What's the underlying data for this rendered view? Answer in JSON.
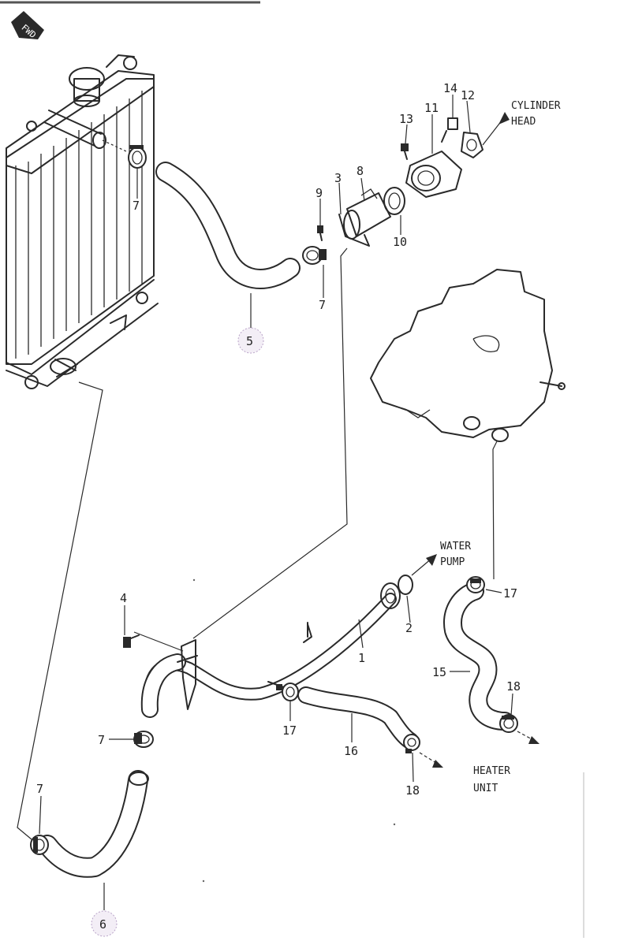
{
  "fwd_badge": "FWD",
  "callouts": {
    "p1": "1",
    "p2": "2",
    "p3": "3",
    "p4": "4",
    "p5": "5",
    "p6": "6",
    "p7a": "7",
    "p7b": "7",
    "p7c": "7",
    "p7d": "7",
    "p8": "8",
    "p9": "9",
    "p10": "10",
    "p11": "11",
    "p12": "12",
    "p13": "13",
    "p14": "14",
    "p15": "15",
    "p16": "16",
    "p17a": "17",
    "p17b": "17",
    "p18a": "18",
    "p18b": "18"
  },
  "destinations": {
    "cylinder_head": [
      "CYLINDER",
      "HEAD"
    ],
    "water_pump": [
      "WATER",
      "PUMP"
    ],
    "heater_unit": [
      "HEATER",
      "UNIT"
    ]
  }
}
